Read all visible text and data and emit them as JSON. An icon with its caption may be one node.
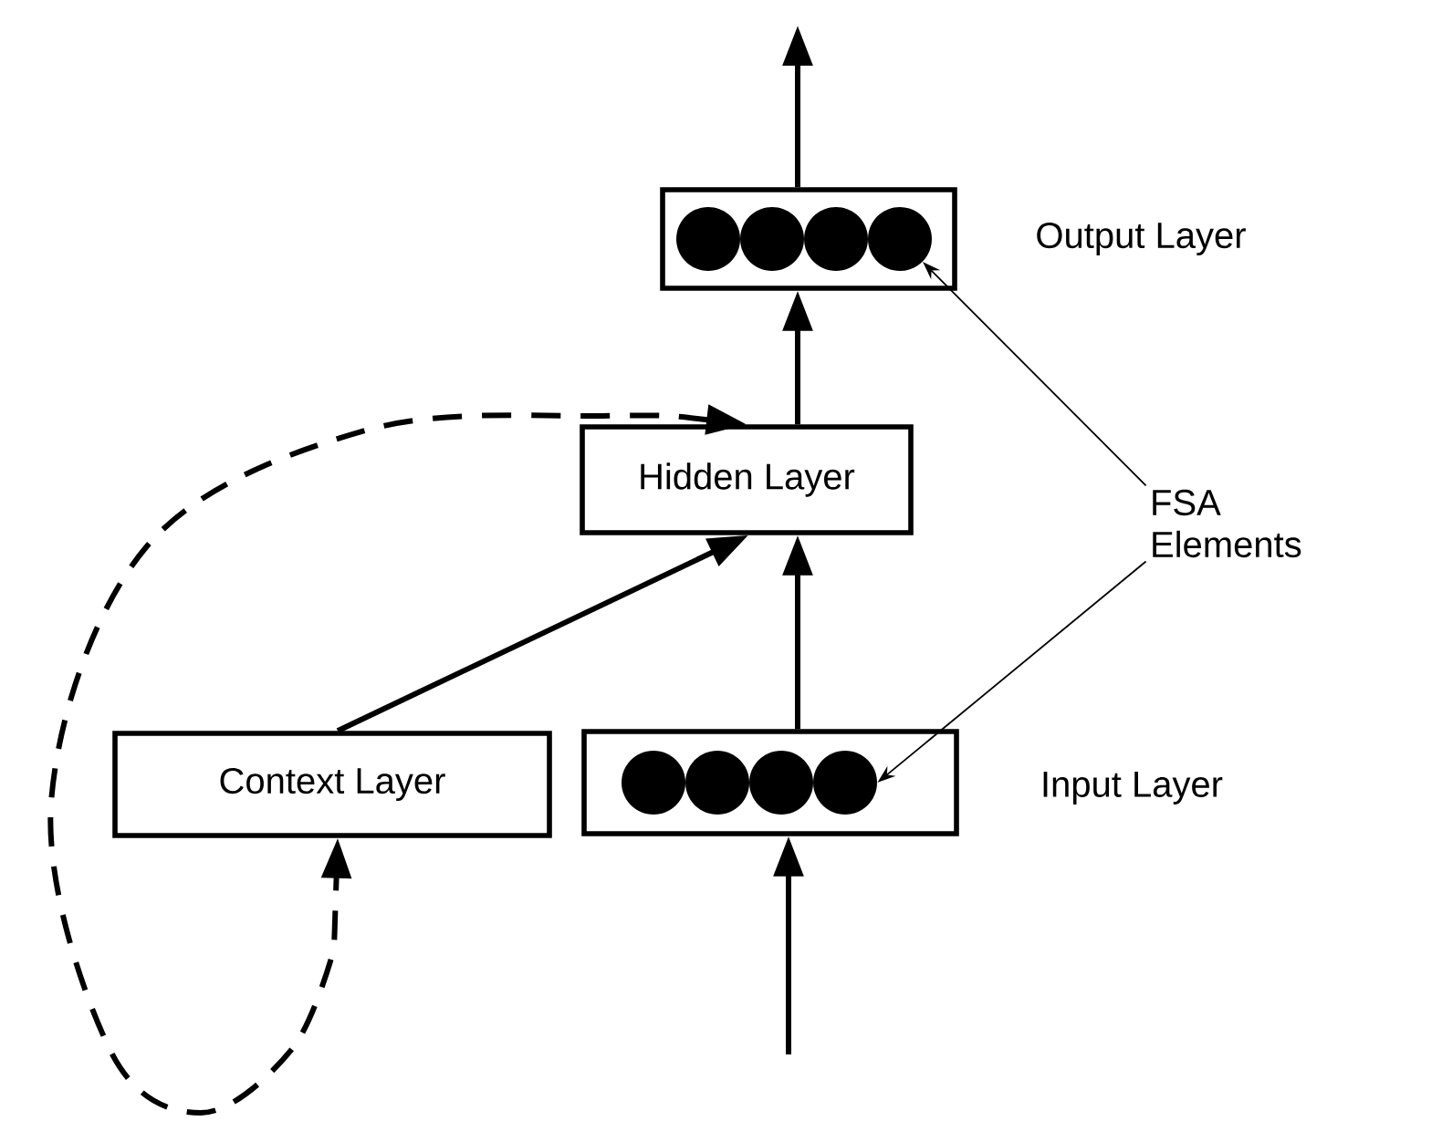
{
  "diagram": {
    "nodes": [
      {
        "text": [
          "Output Layer"
        ]
      },
      {
        "text": [],
        "shape": "circle",
        "in": 0
      },
      {
        "text": [],
        "shape": "circle",
        "in": 0
      },
      {
        "text": [],
        "shape": "circle",
        "in": 0
      },
      {
        "text": [],
        "shape": "circle",
        "in": 0
      },
      {
        "text": [
          "Hidden Layer"
        ]
      },
      {
        "text": [
          "Context Layer"
        ]
      },
      {
        "text": [
          "Input Layer"
        ]
      },
      {
        "text": [],
        "shape": "circle",
        "in": 7
      },
      {
        "text": [],
        "shape": "circle",
        "in": 7
      },
      {
        "text": [],
        "shape": "circle",
        "in": 7
      },
      {
        "text": [],
        "shape": "circle",
        "in": 7
      },
      {
        "text": [
          "FSA Elements"
        ]
      }
    ],
    "edges": [
      {
        "from": 0,
        "to": null,
        "arrow": "to"
      },
      {
        "from": 5,
        "to": 0,
        "arrow": "to"
      },
      {
        "from": 7,
        "to": 5,
        "arrow": "to"
      },
      {
        "from": 6,
        "to": 5,
        "arrow": "to"
      },
      {
        "from": null,
        "to": 7,
        "arrow": "to"
      },
      {
        "from": 5,
        "to": 6,
        "arrow": "both",
        "style": "dashed"
      },
      {
        "from": 12,
        "to": 4,
        "arrow": "to"
      },
      {
        "from": 12,
        "to": 11,
        "arrow": "to"
      }
    ]
  }
}
